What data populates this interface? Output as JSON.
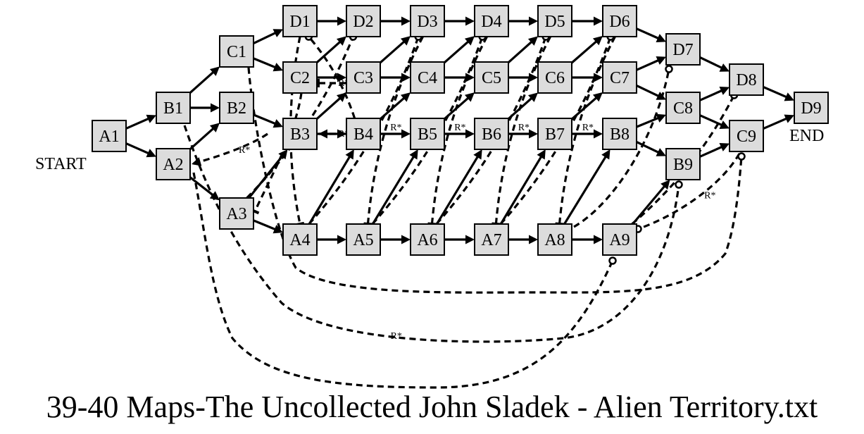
{
  "caption": "39-40 Maps-The Uncollected John Sladek - Alien Territory.txt",
  "labels": {
    "start": "START",
    "end": "END",
    "edge_mark": "R*"
  },
  "nodes": [
    {
      "id": "A1",
      "label": "A1"
    },
    {
      "id": "B1",
      "label": "B1"
    },
    {
      "id": "A2",
      "label": "A2"
    },
    {
      "id": "C1",
      "label": "C1"
    },
    {
      "id": "B2",
      "label": "B2"
    },
    {
      "id": "A3",
      "label": "A3"
    },
    {
      "id": "D1",
      "label": "D1"
    },
    {
      "id": "C2",
      "label": "C2"
    },
    {
      "id": "B3",
      "label": "B3"
    },
    {
      "id": "A4",
      "label": "A4"
    },
    {
      "id": "D2",
      "label": "D2"
    },
    {
      "id": "C3",
      "label": "C3"
    },
    {
      "id": "B4",
      "label": "B4"
    },
    {
      "id": "A5",
      "label": "A5"
    },
    {
      "id": "D3",
      "label": "D3"
    },
    {
      "id": "C4",
      "label": "C4"
    },
    {
      "id": "B5",
      "label": "B5"
    },
    {
      "id": "A6",
      "label": "A6"
    },
    {
      "id": "D4",
      "label": "D4"
    },
    {
      "id": "C5",
      "label": "C5"
    },
    {
      "id": "B6",
      "label": "B6"
    },
    {
      "id": "A7",
      "label": "A7"
    },
    {
      "id": "D5",
      "label": "D5"
    },
    {
      "id": "C6",
      "label": "C6"
    },
    {
      "id": "B7",
      "label": "B7"
    },
    {
      "id": "A8",
      "label": "A8"
    },
    {
      "id": "D6",
      "label": "D6"
    },
    {
      "id": "C7",
      "label": "C7"
    },
    {
      "id": "B8",
      "label": "B8"
    },
    {
      "id": "A9",
      "label": "A9"
    },
    {
      "id": "D7",
      "label": "D7"
    },
    {
      "id": "C8",
      "label": "C8"
    },
    {
      "id": "B9",
      "label": "B9"
    },
    {
      "id": "D8",
      "label": "D8"
    },
    {
      "id": "C9",
      "label": "C9"
    },
    {
      "id": "D9",
      "label": "D9"
    }
  ],
  "edges_solid": [
    [
      "A1",
      "B1"
    ],
    [
      "A1",
      "A2"
    ],
    [
      "B1",
      "C1"
    ],
    [
      "B1",
      "B2"
    ],
    [
      "A2",
      "B2"
    ],
    [
      "A2",
      "A3"
    ],
    [
      "C1",
      "D1"
    ],
    [
      "C1",
      "C2"
    ],
    [
      "B2",
      "B3"
    ],
    [
      "A3",
      "B3"
    ],
    [
      "A3",
      "A4"
    ],
    [
      "D1",
      "D2"
    ],
    [
      "C2",
      "D2"
    ],
    [
      "C2",
      "C3"
    ],
    [
      "B3",
      "C3"
    ],
    [
      "B3",
      "B4"
    ],
    [
      "A4",
      "B4"
    ],
    [
      "A4",
      "A5"
    ],
    [
      "D2",
      "D3"
    ],
    [
      "C3",
      "D3"
    ],
    [
      "C3",
      "C4"
    ],
    [
      "B4",
      "C4"
    ],
    [
      "B4",
      "B5"
    ],
    [
      "A5",
      "B5"
    ],
    [
      "A5",
      "A6"
    ],
    [
      "D3",
      "D4"
    ],
    [
      "C4",
      "D4"
    ],
    [
      "C4",
      "C5"
    ],
    [
      "B5",
      "C5"
    ],
    [
      "B5",
      "B6"
    ],
    [
      "A6",
      "B6"
    ],
    [
      "A6",
      "A7"
    ],
    [
      "D4",
      "D5"
    ],
    [
      "C5",
      "D5"
    ],
    [
      "C5",
      "C6"
    ],
    [
      "B6",
      "C6"
    ],
    [
      "B6",
      "B7"
    ],
    [
      "A7",
      "B7"
    ],
    [
      "A7",
      "A8"
    ],
    [
      "D5",
      "D6"
    ],
    [
      "C6",
      "D6"
    ],
    [
      "C6",
      "C7"
    ],
    [
      "B7",
      "C7"
    ],
    [
      "B7",
      "B8"
    ],
    [
      "A8",
      "B8"
    ],
    [
      "A8",
      "A9"
    ],
    [
      "D6",
      "D7"
    ],
    [
      "C7",
      "D7"
    ],
    [
      "C7",
      "C8"
    ],
    [
      "B8",
      "C8"
    ],
    [
      "B8",
      "B9"
    ],
    [
      "A9",
      "B9"
    ],
    [
      "D7",
      "D8"
    ],
    [
      "C8",
      "D8"
    ],
    [
      "C8",
      "C9"
    ],
    [
      "B9",
      "C9"
    ],
    [
      "D8",
      "D9"
    ],
    [
      "C9",
      "D9"
    ]
  ],
  "edges_dashed": [
    {
      "from": "B2",
      "to": "A2",
      "end": "arrow",
      "mark": "R*"
    },
    {
      "from": "B4",
      "to": "B3",
      "end": "arrow",
      "mark": "R*"
    },
    {
      "from": "C3",
      "to": "C2",
      "end": "tee",
      "mark": "R*"
    },
    {
      "from": "C2",
      "to": "A3",
      "end": "tee",
      "mark": ""
    },
    {
      "from": "A3",
      "to": "D2",
      "end": "circle",
      "mark": ""
    },
    {
      "from": "B4",
      "to": "D1",
      "end": "circle",
      "mark": ""
    },
    {
      "from": "D1",
      "to": "A4",
      "end": "tee",
      "mark": ""
    },
    {
      "from": "A4",
      "to": "D3",
      "end": "circle",
      "mark": ""
    },
    {
      "from": "D3",
      "to": "A5",
      "end": "tee",
      "mark": "R*"
    },
    {
      "from": "A5",
      "to": "D4",
      "end": "circle",
      "mark": ""
    },
    {
      "from": "D4",
      "to": "A6",
      "end": "tee",
      "mark": "R*"
    },
    {
      "from": "A6",
      "to": "D5",
      "end": "circle",
      "mark": ""
    },
    {
      "from": "D5",
      "to": "A7",
      "end": "tee",
      "mark": "R*"
    },
    {
      "from": "A7",
      "to": "D6",
      "end": "circle",
      "mark": ""
    },
    {
      "from": "D6",
      "to": "A8",
      "end": "tee",
      "mark": "R*"
    },
    {
      "from": "A8",
      "to": "D7",
      "end": "circle",
      "mark": ""
    },
    {
      "from": "A9",
      "to": "D8",
      "end": "circle",
      "mark": ""
    },
    {
      "from": "B9",
      "to": "A9",
      "end": "circle",
      "mark": "R*"
    },
    {
      "from": "C1",
      "to": "C9",
      "end": "circle",
      "mark": ""
    },
    {
      "from": "B1",
      "to": "B9",
      "end": "circle",
      "mark": "R*"
    },
    {
      "from": "A2",
      "to": "A9",
      "end": "circle",
      "mark": ""
    }
  ]
}
